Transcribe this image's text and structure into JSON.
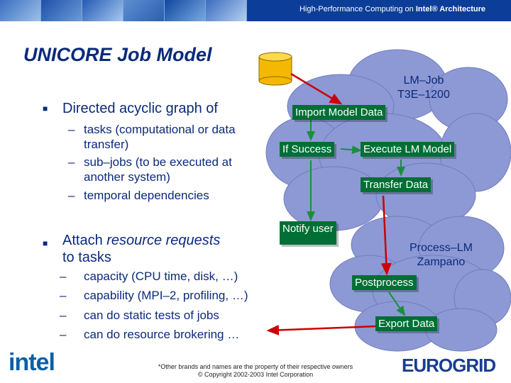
{
  "header": {
    "title_prefix": "High-Performance Computing on ",
    "title_bold": "Intel® Architecture"
  },
  "slide": {
    "title": "UNICORE Job Model",
    "bullets": [
      {
        "text": "Directed acyclic graph of",
        "sub": [
          "tasks (computational or data transfer)",
          "sub–jobs (to be executed at another system)",
          "temporal dependencies"
        ]
      },
      {
        "text_plain_1": "Attach ",
        "text_italic": "resource requests",
        "text_plain_2": "to tasks",
        "sub": [
          "capacity (CPU time, disk, …)",
          "capability (MPI–2, profiling, …)",
          "can do static tests of jobs",
          "can do resource brokering …"
        ]
      }
    ]
  },
  "diagram": {
    "cloud1_label_1": "LM–Job",
    "cloud1_label_2": "T3E–1200",
    "cloud2_label_1": "Process–LM",
    "cloud2_label_2": "Zampano",
    "nodes": {
      "import": "Import Model Data",
      "if_success": "If Success",
      "execute": "Execute LM Model",
      "transfer": "Transfer Data",
      "notify": "Notify user",
      "postprocess": "Postprocess",
      "export": "Export Data"
    },
    "colors": {
      "cloud": "#8d99d4",
      "node": "#006f35",
      "arrow_red": "#cc0000",
      "arrow_green": "#1a8f3a",
      "disk": "#f5b800"
    }
  },
  "footer": {
    "logo": "intel",
    "note_1": "*Other brands and names are the property of their respective owners",
    "note_2": "© Copyright 2002-2003 Intel Corporation",
    "partner_logo": "EUROGRID"
  }
}
